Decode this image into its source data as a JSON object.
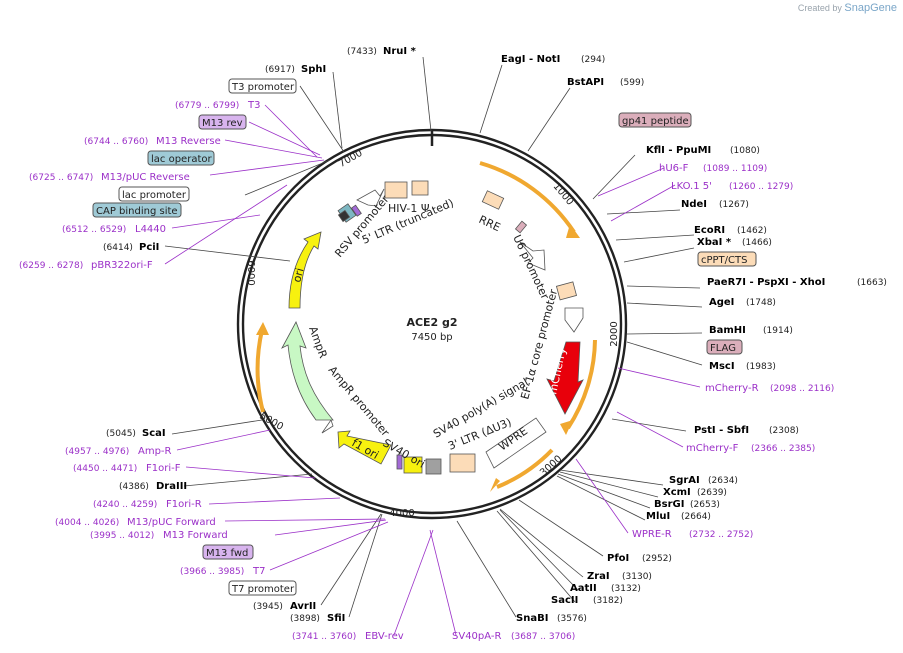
{
  "watermark": {
    "prefix": "Created by",
    "brand": "SnapGene"
  },
  "plasmid": {
    "name": "ACE2 g2",
    "size": "7450 bp",
    "length_bp": 7450
  },
  "ticks": [
    "1000",
    "2000",
    "3000",
    "4000",
    "5000",
    "6000",
    "7000"
  ],
  "labels": [
    {
      "text": "NruI *",
      "kind": "enzyme",
      "pos": "(7433)"
    },
    {
      "text": "SphI",
      "kind": "enzyme",
      "pos": "(6917)"
    },
    {
      "text": "T3 promoter",
      "kind": "feature_box"
    },
    {
      "text": "T3",
      "kind": "primer",
      "pos": "(6779 .. 6799)"
    },
    {
      "text": "M13 rev",
      "kind": "primer_box"
    },
    {
      "text": "M13 Reverse",
      "kind": "primer",
      "pos": "(6744 .. 6760)"
    },
    {
      "text": "lac operator",
      "kind": "feature_box_blue"
    },
    {
      "text": "M13/pUC Reverse",
      "kind": "primer",
      "pos": "(6725 .. 6747)"
    },
    {
      "text": "lac promoter",
      "kind": "feature_box"
    },
    {
      "text": "CAP binding site",
      "kind": "feature_box_blue"
    },
    {
      "text": "L4440",
      "kind": "primer",
      "pos": "(6512 .. 6529)"
    },
    {
      "text": "PciI",
      "kind": "enzyme",
      "pos": "(6414)"
    },
    {
      "text": "pBR322ori-F",
      "kind": "primer",
      "pos": "(6259 .. 6278)"
    },
    {
      "text": "EagI - NotI",
      "kind": "enzyme",
      "pos": "(294)"
    },
    {
      "text": "BstAPI",
      "kind": "enzyme",
      "pos": "(599)"
    },
    {
      "text": "gp41 peptide",
      "kind": "feature_box_pink"
    },
    {
      "text": "KflI - PpuMI",
      "kind": "enzyme",
      "pos": "(1080)"
    },
    {
      "text": "hU6-F",
      "kind": "primer",
      "pos": "(1089 .. 1109)"
    },
    {
      "text": "LKO.1 5'",
      "kind": "primer",
      "pos": "(1260 .. 1279)"
    },
    {
      "text": "NdeI",
      "kind": "enzyme",
      "pos": "(1267)"
    },
    {
      "text": "EcoRI",
      "kind": "enzyme",
      "pos": "(1462)"
    },
    {
      "text": "XbaI *",
      "kind": "enzyme",
      "pos": "(1466)"
    },
    {
      "text": "cPPT/CTS",
      "kind": "feature_box_orange"
    },
    {
      "text": "PaeR7I - PspXI - XhoI",
      "kind": "enzyme",
      "pos": "(1663)"
    },
    {
      "text": "AgeI",
      "kind": "enzyme",
      "pos": "(1748)"
    },
    {
      "text": "BamHI",
      "kind": "enzyme",
      "pos": "(1914)"
    },
    {
      "text": "FLAG",
      "kind": "feature_box_pink"
    },
    {
      "text": "MscI",
      "kind": "enzyme",
      "pos": "(1983)"
    },
    {
      "text": "mCherry-R",
      "kind": "primer",
      "pos": "(2098 .. 2116)"
    },
    {
      "text": "PstI - SbfI",
      "kind": "enzyme",
      "pos": "(2308)"
    },
    {
      "text": "mCherry-F",
      "kind": "primer",
      "pos": "(2366 .. 2385)"
    },
    {
      "text": "SgrAI",
      "kind": "enzyme",
      "pos": "(2634)"
    },
    {
      "text": "XcmI",
      "kind": "enzyme",
      "pos": "(2639)"
    },
    {
      "text": "BsrGI",
      "kind": "enzyme",
      "pos": "(2653)"
    },
    {
      "text": "MluI",
      "kind": "enzyme",
      "pos": "(2664)"
    },
    {
      "text": "WPRE-R",
      "kind": "primer",
      "pos": "(2732 .. 2752)"
    },
    {
      "text": "PfoI",
      "kind": "enzyme",
      "pos": "(2952)"
    },
    {
      "text": "ZraI",
      "kind": "enzyme",
      "pos": "(3130)"
    },
    {
      "text": "AatII",
      "kind": "enzyme",
      "pos": "(3132)"
    },
    {
      "text": "SacII",
      "kind": "enzyme",
      "pos": "(3182)"
    },
    {
      "text": "SnaBI",
      "kind": "enzyme",
      "pos": "(3576)"
    },
    {
      "text": "SV40pA-R",
      "kind": "primer",
      "pos": "(3687 .. 3706)"
    },
    {
      "text": "EBV-rev",
      "kind": "primer",
      "pos": "(3741 .. 3760)"
    },
    {
      "text": "SfiI",
      "kind": "enzyme",
      "pos": "(3898)"
    },
    {
      "text": "AvrII",
      "kind": "enzyme",
      "pos": "(3945)"
    },
    {
      "text": "T7 promoter",
      "kind": "feature_box"
    },
    {
      "text": "T7",
      "kind": "primer",
      "pos": "(3966 .. 3985)"
    },
    {
      "text": "M13 fwd",
      "kind": "primer_box"
    },
    {
      "text": "M13 Forward",
      "kind": "primer",
      "pos": "(3995 .. 4012)"
    },
    {
      "text": "M13/pUC Forward",
      "kind": "primer",
      "pos": "(4004 .. 4026)"
    },
    {
      "text": "F1ori-R",
      "kind": "primer",
      "pos": "(4240 .. 4259)"
    },
    {
      "text": "DraIII",
      "kind": "enzyme",
      "pos": "(4386)"
    },
    {
      "text": "F1ori-F",
      "kind": "primer",
      "pos": "(4450 .. 4471)"
    },
    {
      "text": "Amp-R",
      "kind": "primer",
      "pos": "(4957 .. 4976)"
    },
    {
      "text": "ScaI",
      "kind": "enzyme",
      "pos": "(5045)"
    }
  ],
  "features": [
    "HIV-1 Ψ",
    "RRE",
    "U6 promoter",
    "RSV promoter",
    "5' LTR (truncated)",
    "EF-1α core promoter",
    "mCherry",
    "WPRE",
    "3' LTR (ΔU3)",
    "SV40 poly(A) signal",
    "SV40 ori",
    "f1 ori",
    "AmpR promoter",
    "AmpR",
    "ori"
  ],
  "colors": {
    "enzyme": "#000000",
    "primer": "#9b30c8",
    "box_purple": "#d8b4ee",
    "box_blue": "#9fcad6",
    "box_pink": "#dbaebb",
    "box_orange": "#fcdcb8",
    "mcherry": "#e8000b",
    "ori_yellow": "#f7f10f",
    "ampr_green": "#c8f8c4",
    "orange_orf": "#f0a830"
  }
}
